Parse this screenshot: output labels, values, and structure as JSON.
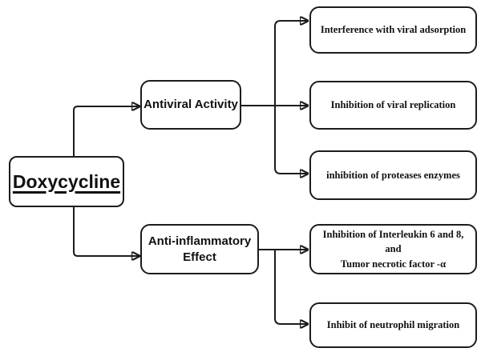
{
  "diagram": {
    "root": {
      "label": "Doxycycline"
    },
    "branches": [
      {
        "label": "Antiviral Activity",
        "children": [
          {
            "label": "Interference with viral adsorption"
          },
          {
            "label": "Inhibition of viral replication"
          },
          {
            "label": "inhibition of proteases enzymes"
          }
        ]
      },
      {
        "label": "Anti-inflammatory\nEffect",
        "children": [
          {
            "label": "Inhibition of Interleukin 6 and 8, and\nTumor necrotic factor -α"
          },
          {
            "label": "Inhibit of neutrophil migration"
          }
        ]
      }
    ],
    "colors": {
      "line": "#1c1c1c",
      "box_border": "#1c1c1c",
      "box_fill": "#ffffff",
      "text": "#111111",
      "background": "#ffffff"
    }
  }
}
